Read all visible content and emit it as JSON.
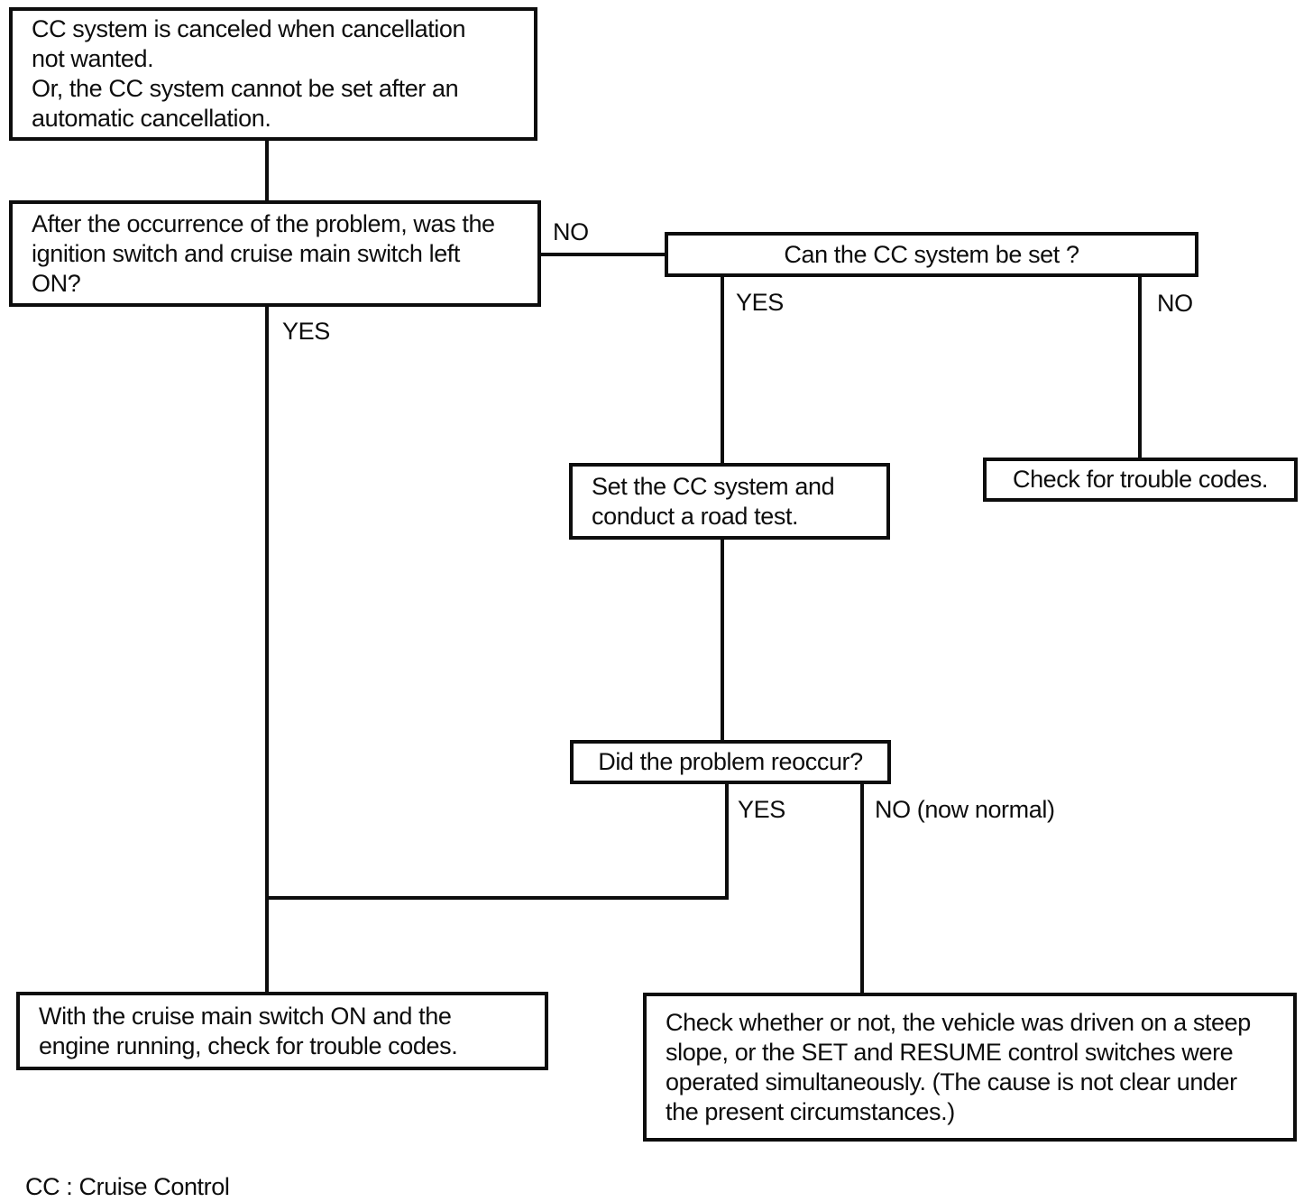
{
  "flowchart": {
    "title": "Cruise control system troubleshooting flowchart",
    "colors": {
      "ink": "#0d0d0d",
      "paper": "#ffffff"
    },
    "nodes": {
      "problem_statement": {
        "text": "CC system is canceled when cancellation\nnot wanted.\nOr, the CC system cannot be set after an\nautomatic cancellation."
      },
      "switches_left_on_question": {
        "text": "After the occurrence of the problem, was the\nignition switch and cruise main switch left\nON?"
      },
      "can_cc_be_set_question": {
        "text": "Can the CC system be set ?"
      },
      "set_cc_road_test": {
        "text": "Set the CC system and\nconduct a road test."
      },
      "check_trouble_codes": {
        "text": "Check for trouble codes."
      },
      "problem_reoccur_question": {
        "text": "Did the problem reoccur?"
      },
      "check_codes_engine_running": {
        "text": "With the cruise main switch ON and the\nengine running, check for trouble codes."
      },
      "check_steep_slope": {
        "text": "Check whether or not, the vehicle was driven on a steep\nslope, or the SET and RESUME control switches were\noperated simultaneously. (The cause is not clear under\nthe present circumstances.)"
      }
    },
    "edge_labels": {
      "switches_no": "NO",
      "switches_yes": "YES",
      "can_set_yes": "YES",
      "can_set_no": "NO",
      "reoccur_yes": "YES",
      "reoccur_no": "NO (now normal)"
    },
    "footnote": "CC : Cruise Control"
  }
}
